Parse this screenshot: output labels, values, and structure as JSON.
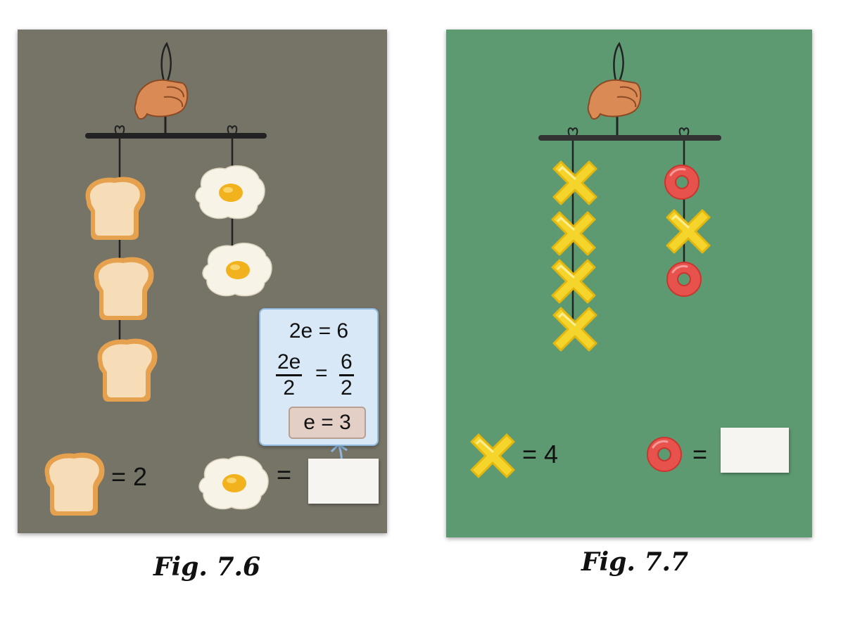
{
  "figures": [
    {
      "caption": "Fig. 7.6",
      "background": "#767367",
      "left_string": [
        "bread",
        "bread",
        "bread"
      ],
      "right_string": [
        "egg",
        "egg"
      ],
      "legend": {
        "known_symbol": "bread",
        "known_value": "= 2",
        "unknown_symbol": "egg",
        "unknown_text": "="
      },
      "calculation": {
        "line1": "2e = 6",
        "frac_left_num": "2e",
        "frac_left_den": "2",
        "equals": "=",
        "frac_right_num": "6",
        "frac_right_den": "2",
        "result": "e = 3"
      }
    },
    {
      "caption": "Fig. 7.7",
      "background": "#5d9a72",
      "left_string": [
        "cross",
        "cross",
        "cross",
        "cross"
      ],
      "right_string": [
        "ring",
        "cross",
        "ring"
      ],
      "legend": {
        "known_symbol": "cross",
        "known_value": "= 4",
        "unknown_symbol": "ring",
        "unknown_text": "="
      }
    }
  ],
  "colors": {
    "bread_crust": "#e6a14f",
    "bread_inside": "#f7dcb8",
    "egg_yolk": "#f2b21e",
    "cross_yellow": "#f5d52c",
    "ring_red": "#e8524d",
    "hand": "#d98a55",
    "card_blue": "#d8e8f6"
  }
}
